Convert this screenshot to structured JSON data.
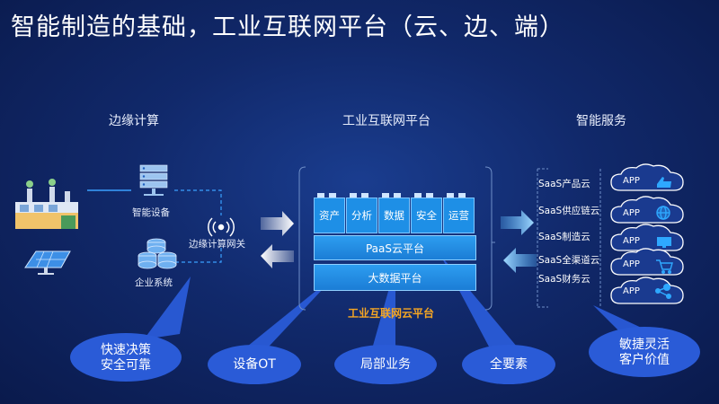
{
  "title": "智能制造的基础，工业互联网平台（云、边、端）",
  "sections": {
    "edge": "边缘计算",
    "platform": "工业互联网平台",
    "services": "智能服务"
  },
  "edge": {
    "device_label": "智能设备",
    "gateway_label": "边缘计算网关",
    "enterprise_label": "企业系统"
  },
  "platform": {
    "modules": [
      "资产",
      "分析",
      "数据",
      "安全",
      "运营"
    ],
    "paas": "PaaS云平台",
    "bigdata": "大数据平台",
    "caption": "工业互联网云平台"
  },
  "services": {
    "saas": [
      "SaaS产品云",
      "SaaS供应链云",
      "SaaS制造云",
      "SaaS全渠道云",
      "SaaS财务云"
    ],
    "app_label": "APP"
  },
  "bubbles": {
    "decision": [
      "快速决策",
      "安全可靠"
    ],
    "device_ot": "设备OT",
    "local_business": "局部业务",
    "all_elements": "全要素",
    "agile": [
      "敏捷灵活",
      "客户价值"
    ]
  },
  "colors": {
    "bg": "#11296b",
    "accent_blue": "#1e8fe6",
    "bubble_fill": "#2a5bd7",
    "caption_orange": "#f5a623"
  }
}
